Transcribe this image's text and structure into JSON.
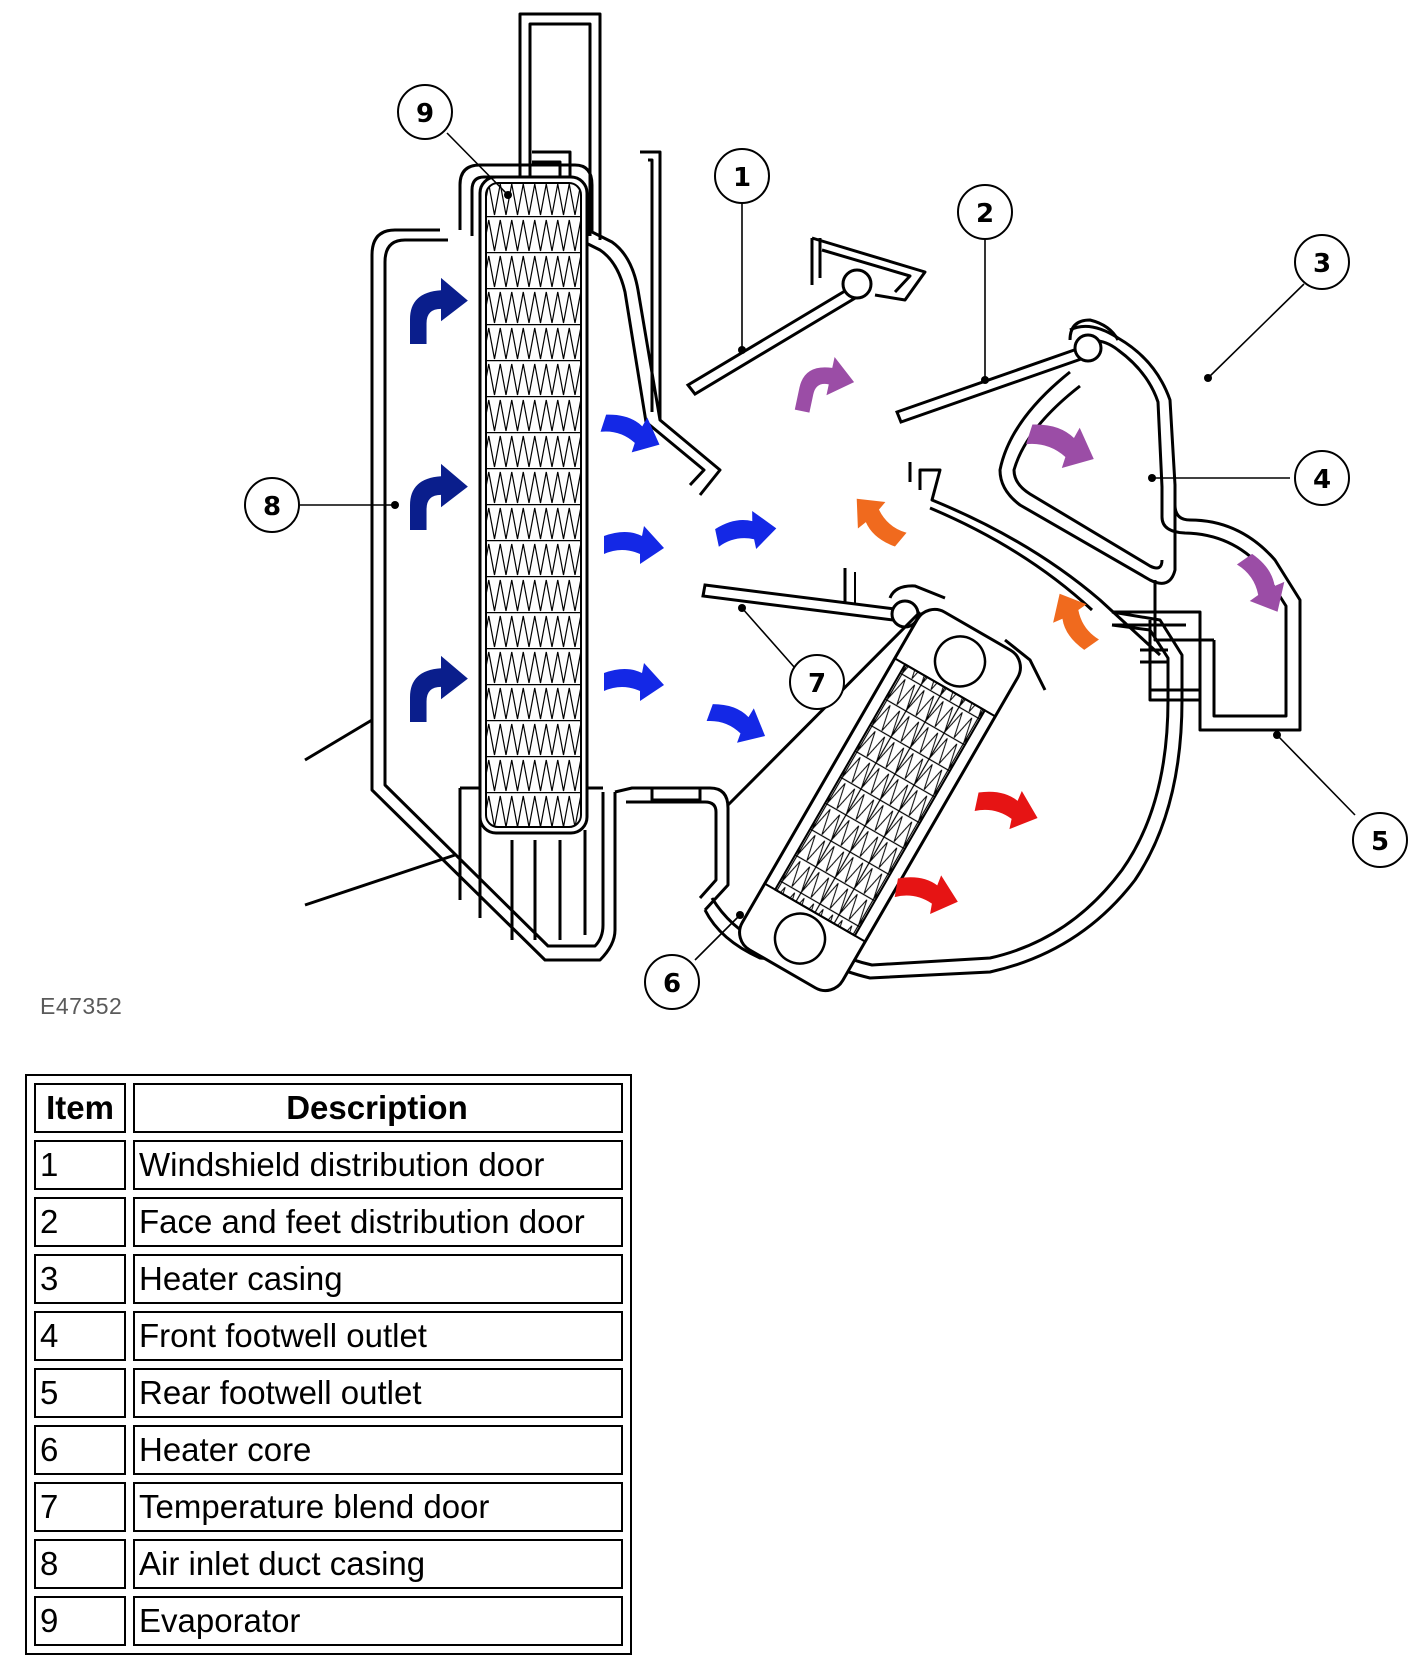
{
  "diagram": {
    "reference_id": "E47352",
    "callouts": [
      "1",
      "2",
      "3",
      "4",
      "5",
      "6",
      "7",
      "8",
      "9"
    ],
    "airflow_colors": {
      "inlet": "#0a1e8c",
      "cooled": "#1428e6",
      "heated": "#e61414",
      "warm": "#f06a1e",
      "mixed": "#9b4da6"
    }
  },
  "legend": {
    "header_item": "Item",
    "header_description": "Description",
    "rows": [
      {
        "item": "1",
        "description": "Windshield distribution door"
      },
      {
        "item": "2",
        "description": "Face and feet distribution door"
      },
      {
        "item": "3",
        "description": "Heater casing"
      },
      {
        "item": "4",
        "description": "Front footwell outlet"
      },
      {
        "item": "5",
        "description": "Rear footwell outlet"
      },
      {
        "item": "6",
        "description": "Heater core"
      },
      {
        "item": "7",
        "description": "Temperature blend door"
      },
      {
        "item": "8",
        "description": "Air inlet duct casing"
      },
      {
        "item": "9",
        "description": "Evaporator"
      }
    ]
  }
}
